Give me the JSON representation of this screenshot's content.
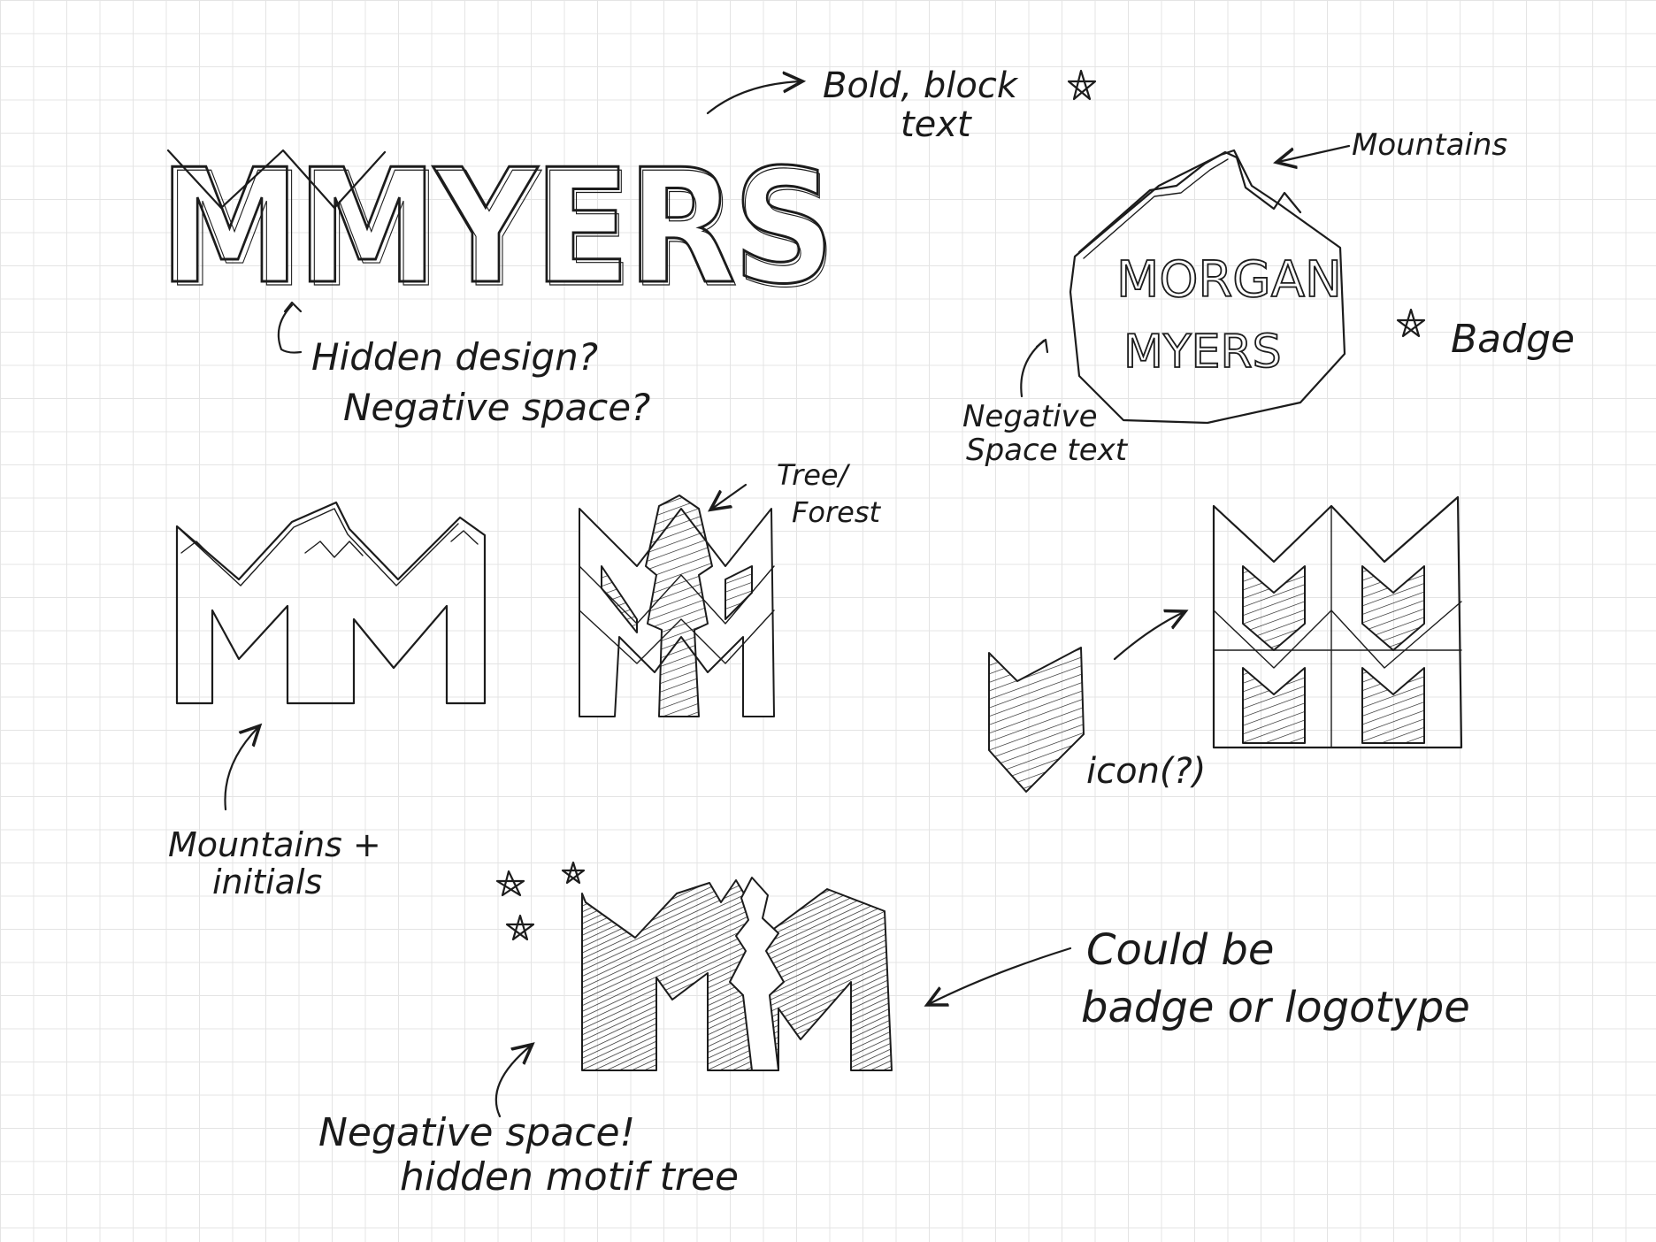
{
  "page": {
    "background": "#ffffff",
    "grid_color": "#e4e4e4",
    "ink_color": "#1c1c1c"
  },
  "wordmark": {
    "text": "MMYERS",
    "note_bold_line1": "Bold, block",
    "note_bold_line2": "text",
    "note_hidden_line1": "Hidden design?",
    "note_hidden_line2": "Negative space?"
  },
  "badge": {
    "line1": "MORGAN",
    "line2": "MYERS",
    "note_mountains": "Mountains",
    "note_badge": "Badge",
    "note_negative_line1": "Negative",
    "note_negative_line2": "Space text"
  },
  "mountains_initials": {
    "note_line1": "Mountains +",
    "note_line2": "initials"
  },
  "tree_forest": {
    "note_line1": "Tree/",
    "note_line2": "Forest"
  },
  "icon_pattern": {
    "note": "icon(?)"
  },
  "final_mark": {
    "note_could_line1": "Could be",
    "note_could_line2": "badge or logotype",
    "note_negative_line1": "Negative space!",
    "note_negative_line2": "hidden motif tree"
  }
}
